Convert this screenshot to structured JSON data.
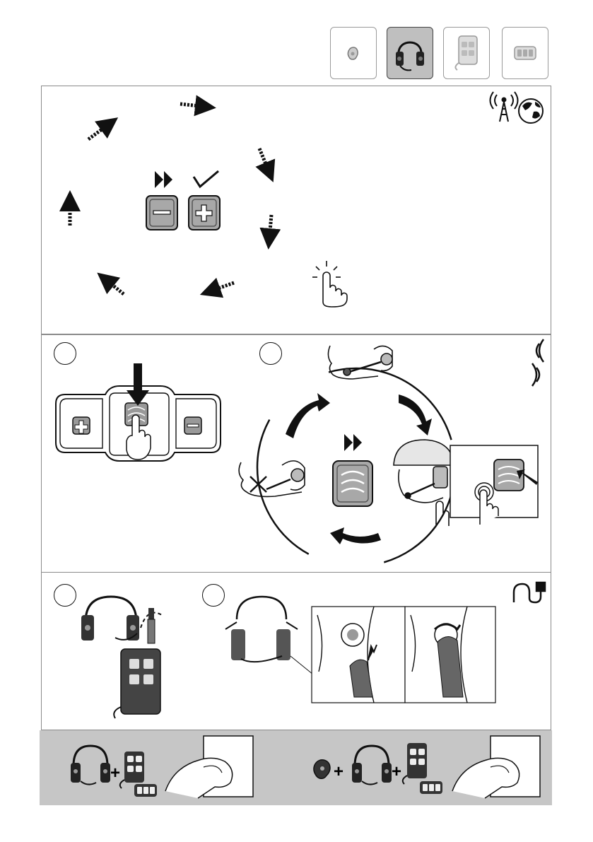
{
  "header": {
    "tabs": [
      {
        "icon": "earplug-icon",
        "active": false
      },
      {
        "icon": "headset-icon",
        "active": true
      },
      {
        "icon": "control-unit-icon",
        "active": false
      },
      {
        "icon": "push-to-talk-icon",
        "active": false
      }
    ]
  },
  "panel1": {
    "corner_icons": [
      "radio-tower-icon",
      "globe-icon"
    ],
    "buttons": [
      "minus",
      "plus"
    ],
    "button_hints": [
      "fast-forward-icon",
      "checkmark-icon"
    ]
  },
  "panel2": {
    "steps": [
      "",
      ""
    ],
    "corner_icon": "wireless-signal-icon"
  },
  "panel3": {
    "steps": [
      "",
      ""
    ],
    "corner_icon": "cable-plug-icon"
  },
  "footer": {
    "kits": [
      {
        "items": [
          "headset",
          "control-unit",
          "push-to-talk"
        ],
        "separator": "+"
      },
      {
        "items": [
          "earplug",
          "headset",
          "control-unit",
          "push-to-talk"
        ],
        "separator": "+"
      }
    ]
  },
  "colors": {
    "button_gray": "#a8a8a8",
    "footer_gray": "#c6c6c6",
    "active_tab": "#bfbfbf"
  }
}
